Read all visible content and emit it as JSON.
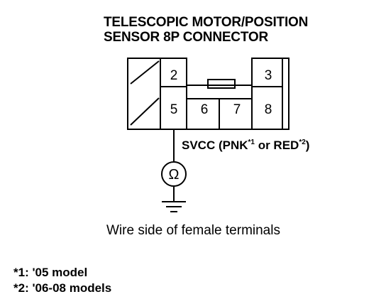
{
  "title": {
    "line1": "TELESCOPIC MOTOR/POSITION",
    "line2": "SENSOR 8P CONNECTOR"
  },
  "connector": {
    "terminals": [
      "2",
      "3",
      "5",
      "6",
      "7",
      "8"
    ]
  },
  "wire_label": {
    "main": "SVCC (PNK",
    "sup1": "*1",
    "middle": " or RED",
    "sup2": "*2",
    "end": ")"
  },
  "meter_symbol": "Ω",
  "caption": "Wire side of female terminals",
  "footnotes": [
    "*1: '05 model",
    "*2: '06-08 models"
  ],
  "colors": {
    "line": "#000000",
    "background": "#ffffff"
  }
}
